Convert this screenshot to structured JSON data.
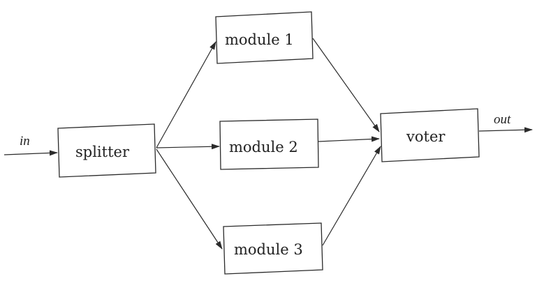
{
  "diagram": {
    "input_label": "in",
    "output_label": "out",
    "blocks": {
      "splitter": "splitter",
      "module1": "module 1",
      "module2": "module 2",
      "module3": "module 3",
      "voter": "voter"
    }
  }
}
